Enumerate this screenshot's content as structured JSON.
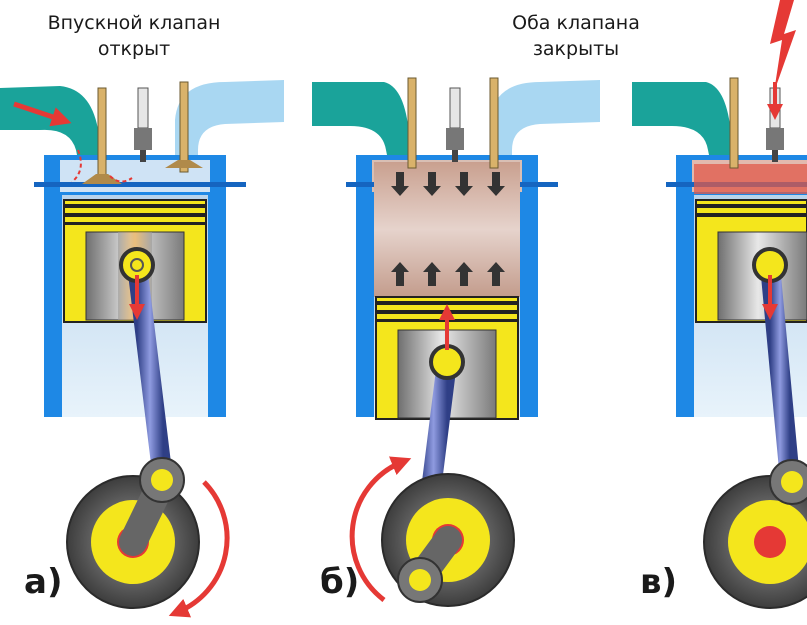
{
  "captions": [
    {
      "line1": "Впускной клапан",
      "line2": "открыт"
    },
    {
      "line1": "Оба клапана",
      "line2": "закрыты"
    }
  ],
  "panels": [
    {
      "label": "а)"
    },
    {
      "label": "б)"
    },
    {
      "label": "в)"
    }
  ],
  "colors": {
    "cylinder": "#1e88e5",
    "port": "#1aa39a",
    "piston": "#f4e61c",
    "arrow": "#e53935",
    "rod": "#4a5aa8",
    "flywheel": "#4d4d4d"
  }
}
